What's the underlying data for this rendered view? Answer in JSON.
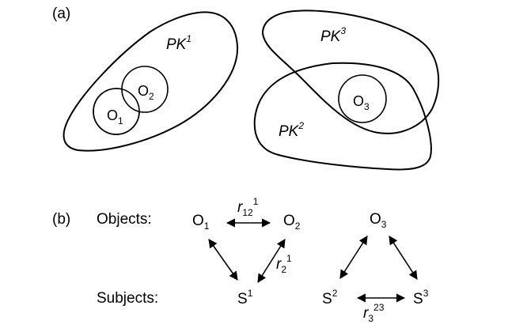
{
  "part_a": {
    "label": "(a)",
    "regions": [
      {
        "id": "pk1",
        "base": "PK",
        "sup": "1"
      },
      {
        "id": "pk2",
        "base": "PK",
        "sup": "2"
      },
      {
        "id": "pk3",
        "base": "PK",
        "sup": "3"
      }
    ],
    "objects": [
      {
        "id": "o1",
        "base": "O",
        "sub": "1"
      },
      {
        "id": "o2",
        "base": "O",
        "sub": "2"
      },
      {
        "id": "o3",
        "base": "O",
        "sub": "3"
      }
    ]
  },
  "part_b": {
    "label": "(b)",
    "objects_row_label": "Objects:",
    "subjects_row_label": "Subjects:",
    "objects": [
      {
        "id": "o1",
        "base": "O",
        "sub": "1"
      },
      {
        "id": "o2",
        "base": "O",
        "sub": "2"
      },
      {
        "id": "o3",
        "base": "O",
        "sub": "3"
      }
    ],
    "subjects": [
      {
        "id": "s1",
        "base": "S",
        "sup": "1"
      },
      {
        "id": "s2",
        "base": "S",
        "sup": "2"
      },
      {
        "id": "s3",
        "base": "S",
        "sup": "3"
      }
    ],
    "relations": [
      {
        "id": "r12-1",
        "base": "r",
        "sub": "12",
        "sup": "1"
      },
      {
        "id": "r2-1",
        "base": "r",
        "sub": "2",
        "sup": "1"
      },
      {
        "id": "r3-23",
        "base": "r",
        "sub": "3",
        "sup": "23"
      }
    ]
  }
}
